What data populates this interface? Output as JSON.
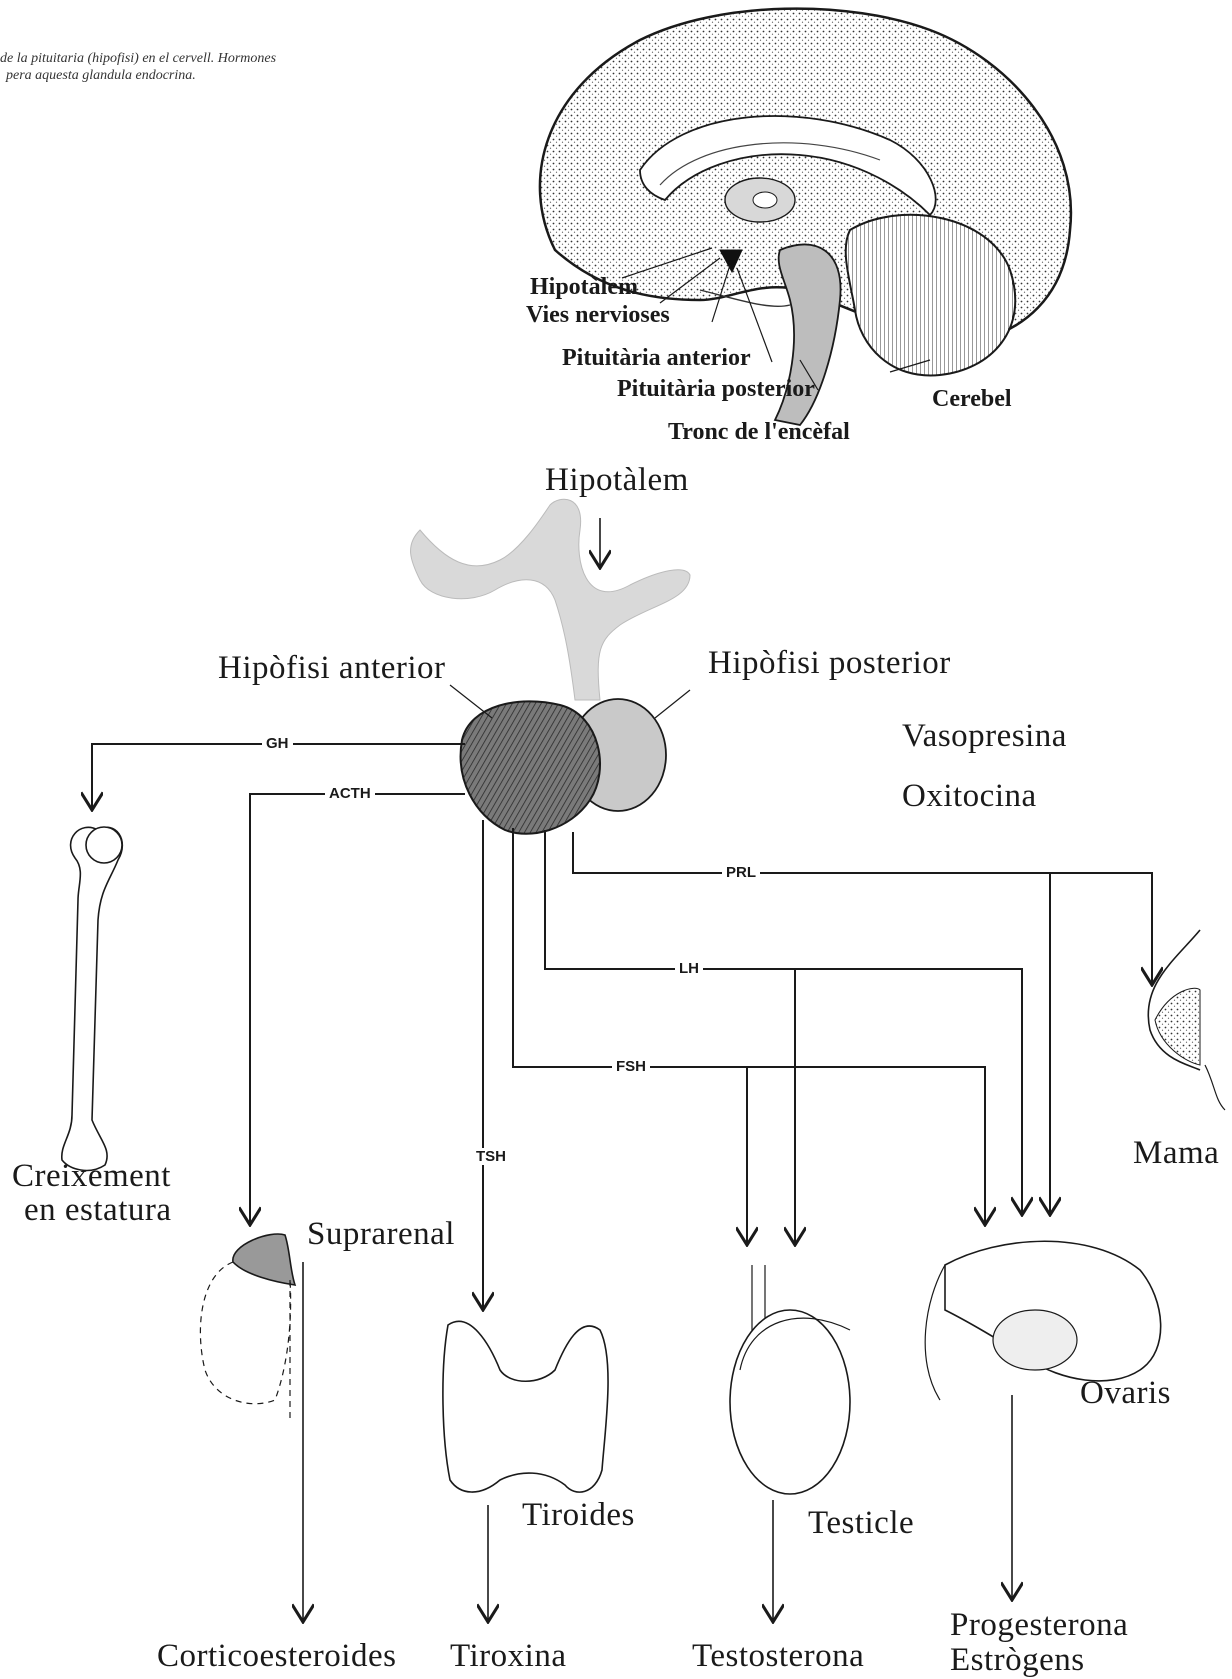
{
  "caption": {
    "line1": "de la pituitaria (hipofisi) en el cervell. Hormones",
    "line2": "pera aquesta glandula endocrina."
  },
  "brain_labels": {
    "hypothalamus": "Hipotàlem",
    "nerve_pathways": "Vies nervioses",
    "anterior_pituitary": "Pituitària anterior",
    "posterior_pituitary": "Pituitària posterior",
    "brainstem": "Tronc de l'encèfal",
    "cerebellum": "Cerebel"
  },
  "diagram_labels": {
    "hypothalamus": "Hipotàlem",
    "anterior_pituitary": "Hipòfisi anterior",
    "posterior_pituitary": "Hipòfisi posterior",
    "posterior_hormone_1": "Vasopresina",
    "posterior_hormone_2": "Oxitocina"
  },
  "hormones": {
    "gh": "GH",
    "acth": "ACTH",
    "tsh": "TSH",
    "prl": "PRL",
    "lh": "LH",
    "fsh": "FSH"
  },
  "targets": {
    "growth_line1": "Creixement",
    "growth_line2": "en estatura",
    "adrenal": "Suprarenal",
    "thyroid": "Tiroides",
    "testicle": "Testicle",
    "ovaries": "Ovaris",
    "breast": "Mama"
  },
  "products": {
    "corticosteroids": "Corticoesteroides",
    "thyroxine": "Tiroxina",
    "testosterone": "Testosterona",
    "progesterone": "Progesterona",
    "estrogens": "Estrògens"
  }
}
